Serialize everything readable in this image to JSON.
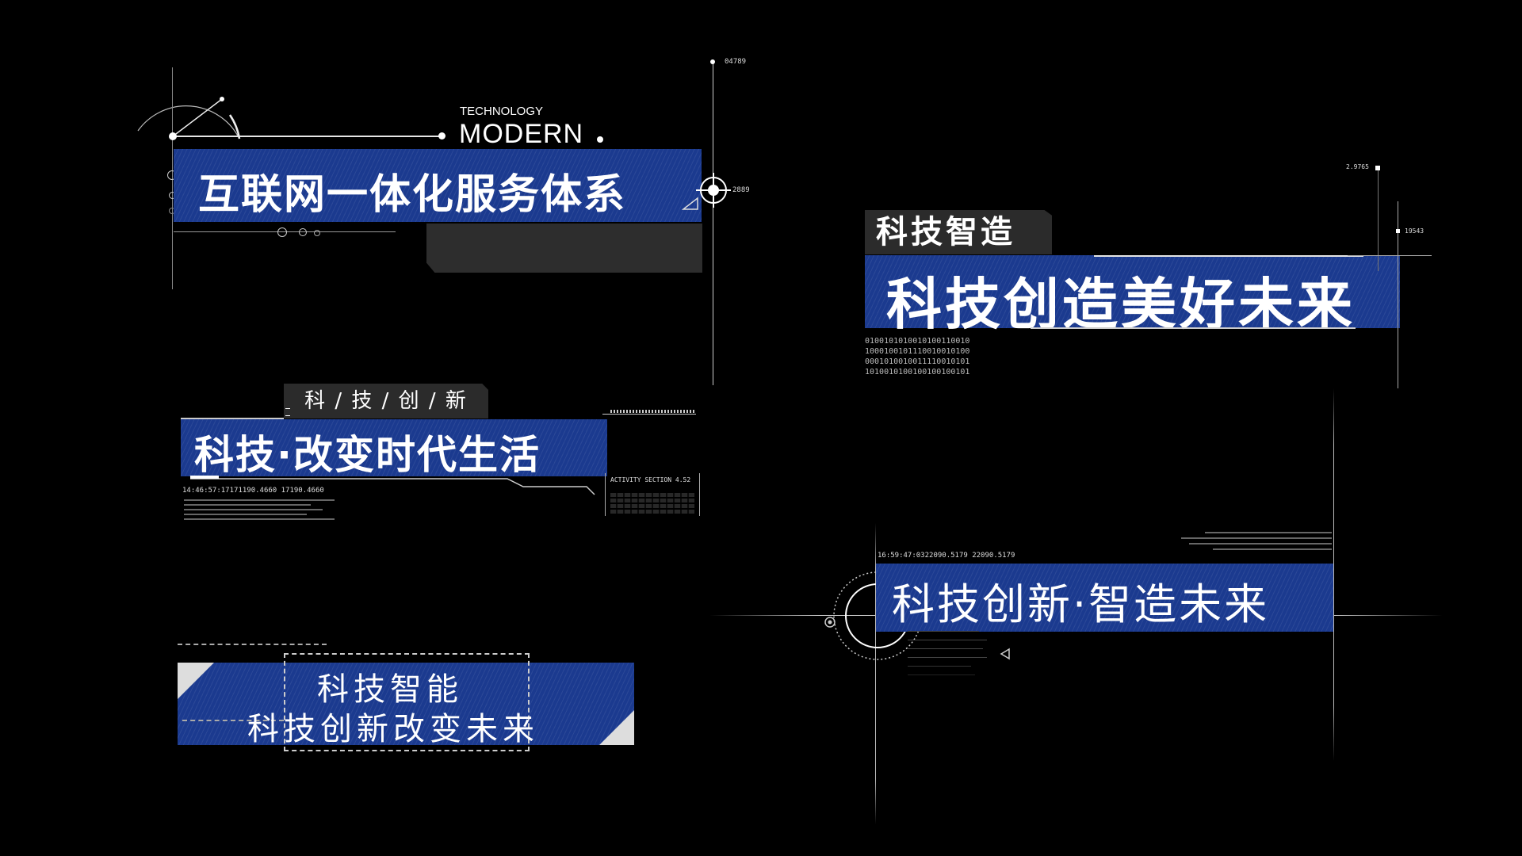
{
  "panel1": {
    "eyebrow": "TECHNOLOGY",
    "heading": "MODERN",
    "title": "互联网一体化服务体系",
    "code_top": "04789",
    "code_side": "2889"
  },
  "panel2": {
    "tag": "科技智造",
    "title": "科技创造美好未来",
    "code_a": "2.9765",
    "code_b": "19543",
    "binary": [
      "0100101010010100110010",
      "1000100101110010010100",
      "0001010010011110010101",
      "1010010100100100100101"
    ]
  },
  "panel3": {
    "tag": "科 / 技 / 创 / 新",
    "title": "科技·改变时代生活",
    "timestamp": "14:46:57:17171190.4660 17190.4660",
    "activity": "ACTIVITY SECTION 4.52"
  },
  "panel4": {
    "timestamp": "16:59:47:0322090.5179 22090.5179",
    "title": "科技创新·智造未来"
  },
  "panel5": {
    "line1": "科技智能",
    "line2": "科技创新改变未来"
  },
  "colors": {
    "bar_blue": "#1b3a8f",
    "background": "#000000",
    "tag_gray": "#2b2b2b"
  }
}
